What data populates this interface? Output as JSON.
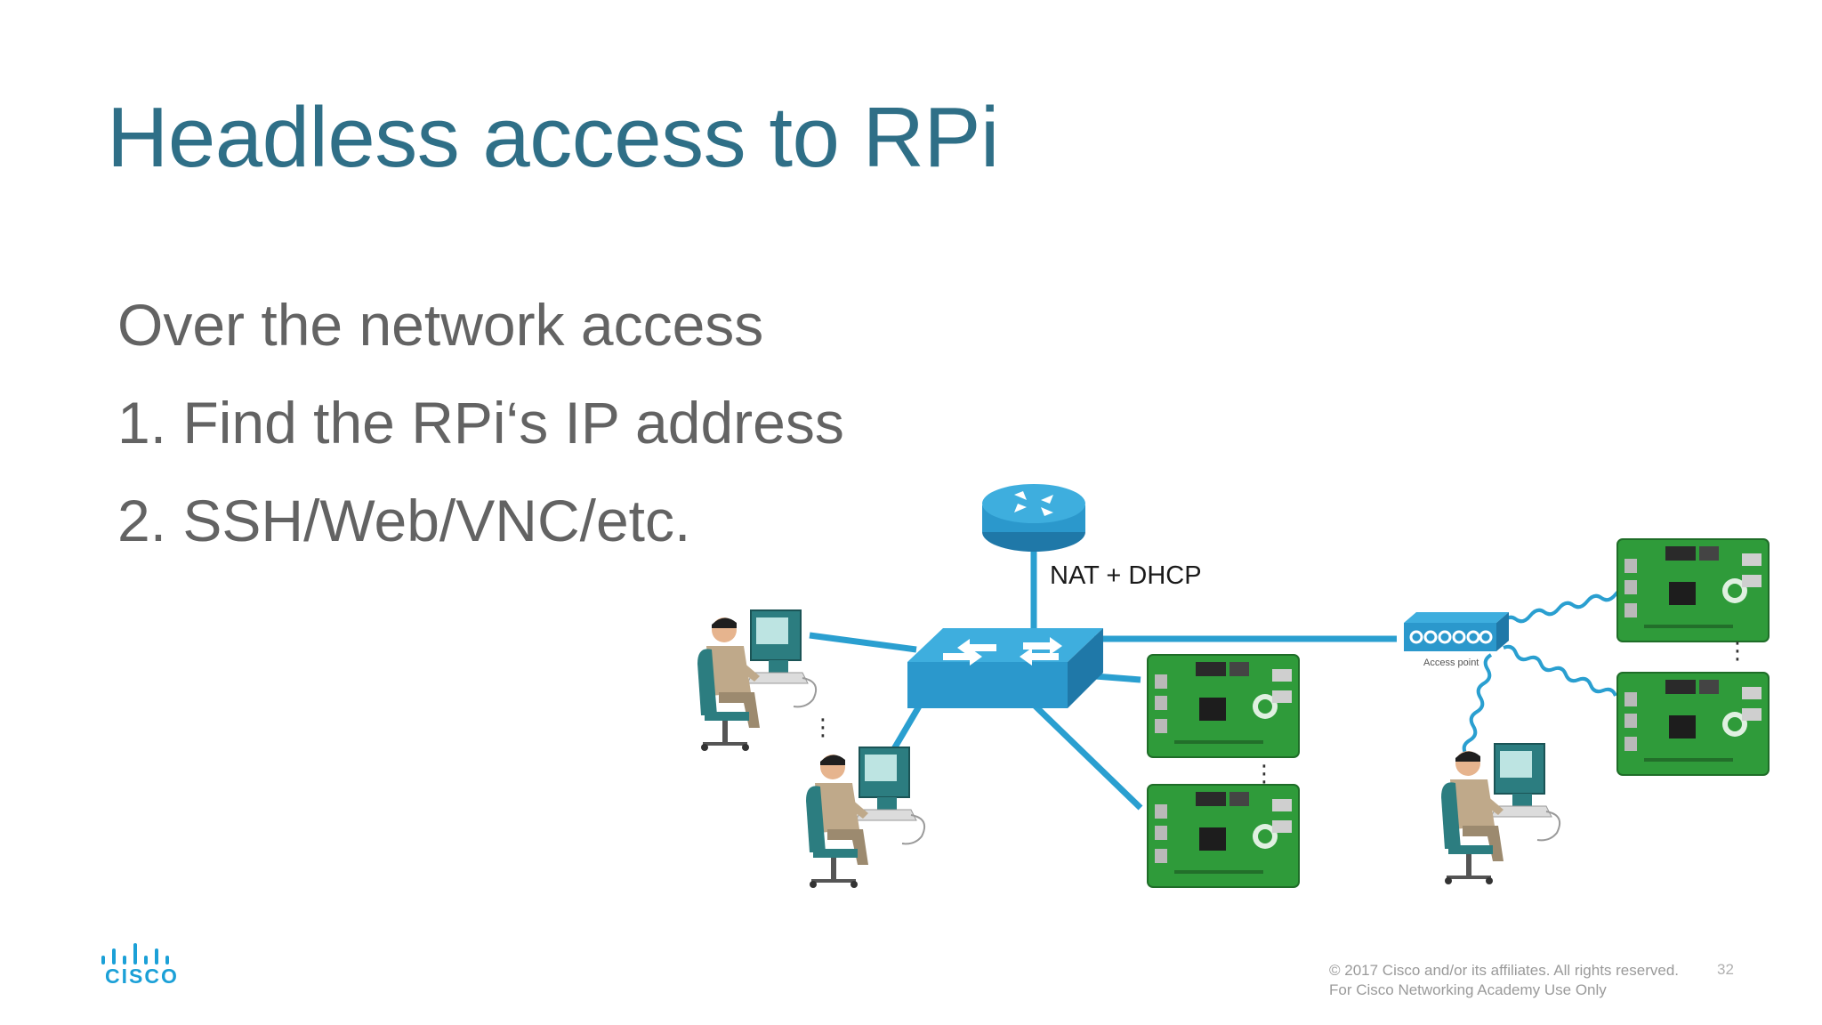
{
  "slide": {
    "title": "Headless access to RPi",
    "bullets": [
      "Over the network access",
      "1. Find the RPi‘s IP address",
      "2. SSH/Web/VNC/etc."
    ]
  },
  "diagram": {
    "router_label": "NAT + DHCP",
    "access_point_label": "Access point",
    "ellipsis": "⋮",
    "colors": {
      "link": "#2a9fd0",
      "device": "#2b98cc",
      "board": "#2f9b3a",
      "workstation": "#2c7d80"
    }
  },
  "footer": {
    "brand": "CISCO",
    "copyright": "© 2017  Cisco and/or its affiliates. All rights reserved.",
    "academy": "For Cisco Networking Academy Use Only",
    "page_number": "32"
  }
}
